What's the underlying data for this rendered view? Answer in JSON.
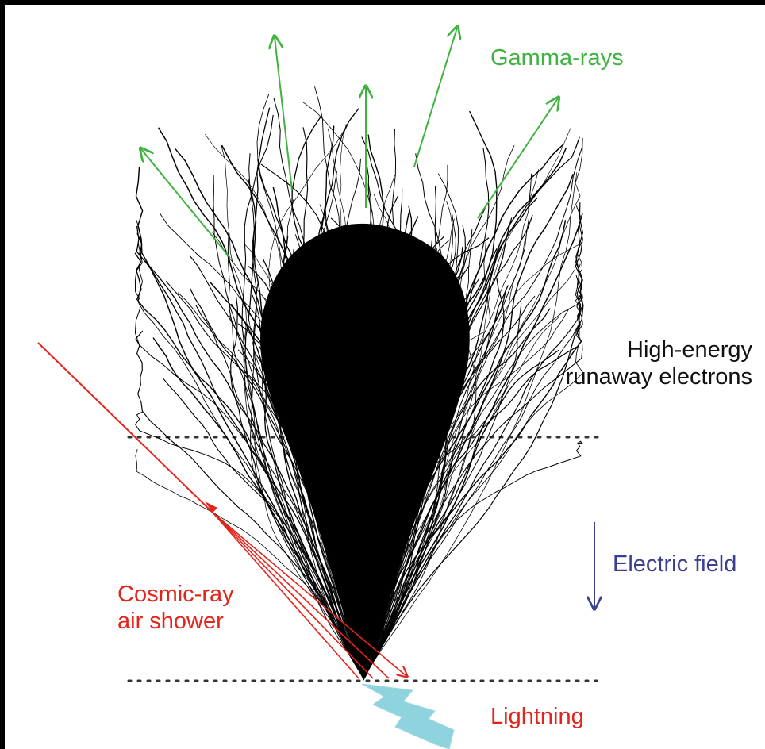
{
  "labels": {
    "gamma_rays": "Gamma-rays",
    "electrons_line1": "High-energy",
    "electrons_line2": "runaway electrons",
    "electric_field": "Electric field",
    "cosmic_line1": "Cosmic-ray",
    "cosmic_line2": "air shower",
    "lightning": "Lightning"
  },
  "colors": {
    "gamma": "#3fb23f",
    "electrons": "#000000",
    "electric_field": "#3b3f8f",
    "cosmic": "#e3241b",
    "lightning": "#8fd3df",
    "background": "#ffffff",
    "frame": "#000000"
  },
  "icons": {
    "field_arrow": "arrow-down-icon",
    "gamma_arrow": "arrow-up-icon"
  }
}
